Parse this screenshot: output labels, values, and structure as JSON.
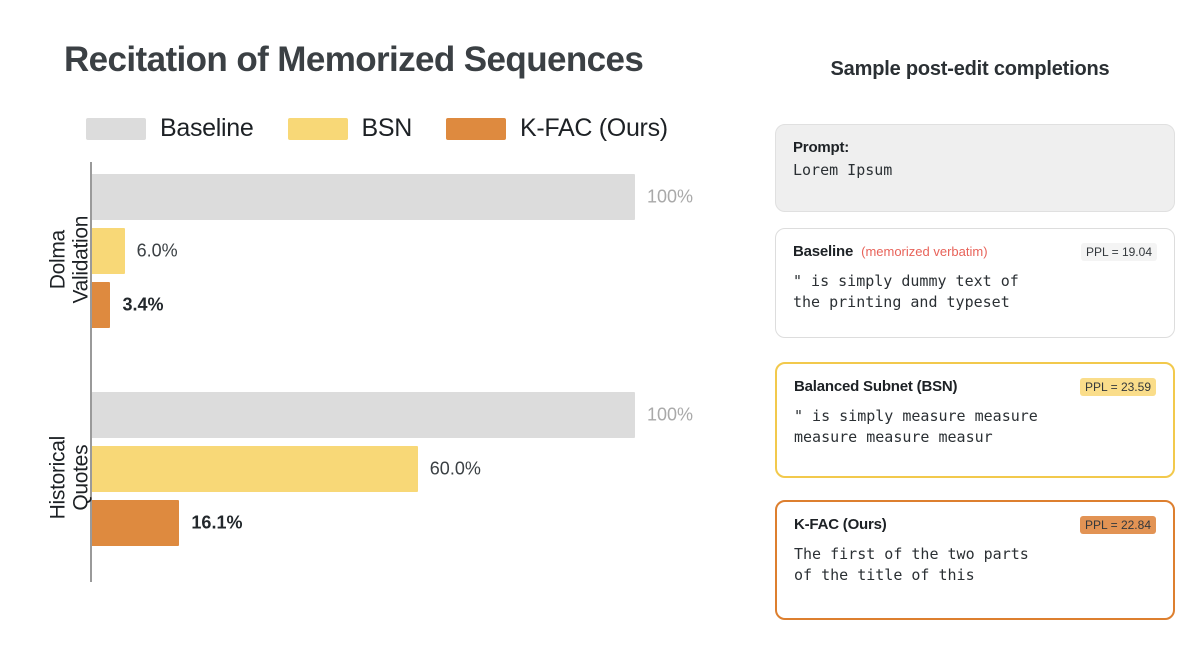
{
  "chart": {
    "title": "Recitation of Memorized Sequences",
    "legend": [
      {
        "label": "Baseline",
        "color": "#dcdcdc"
      },
      {
        "label": "BSN",
        "color": "#f8d877"
      },
      {
        "label": "K-FAC (Ours)",
        "color": "#de8a3f"
      }
    ]
  },
  "chart_data": {
    "type": "bar",
    "title": "Recitation of Memorized Sequences",
    "orientation": "horizontal",
    "xlabel": "",
    "ylabel": "",
    "xlim": [
      0,
      100
    ],
    "grid": false,
    "legend_position": "top-left",
    "categories": [
      "Dolma Validation",
      "Historical Quotes"
    ],
    "category_lines": [
      [
        "Dolma",
        "Validation"
      ],
      [
        "Historical",
        "Quotes"
      ]
    ],
    "series": [
      {
        "name": "Baseline",
        "color": "#dcdcdc",
        "values": [
          100,
          100
        ],
        "labels": [
          "100%",
          "100%"
        ]
      },
      {
        "name": "BSN",
        "color": "#f8d877",
        "values": [
          6.0,
          60.0
        ],
        "labels": [
          "6.0%",
          "60.0%"
        ]
      },
      {
        "name": "K-FAC (Ours)",
        "color": "#de8a3f",
        "values": [
          3.4,
          16.1
        ],
        "labels": [
          "3.4%",
          "16.1%"
        ]
      }
    ]
  },
  "samples": {
    "title": "Sample post-edit completions",
    "cards": [
      {
        "name": "Prompt:",
        "note": "",
        "ppl": "",
        "text": "Lorem Ipsum"
      },
      {
        "name": "Baseline",
        "note": "(memorized verbatim)",
        "ppl": "PPL = 19.04",
        "text": "\" is simply dummy text of\nthe printing and typeset"
      },
      {
        "name": "Balanced Subnet (BSN)",
        "note": "",
        "ppl": "PPL = 23.59",
        "text": "\" is simply measure measure\nmeasure measure measur"
      },
      {
        "name": "K-FAC (Ours)",
        "note": "",
        "ppl": "PPL = 22.84",
        "text": "The first of the two parts\nof the title of this"
      }
    ]
  }
}
